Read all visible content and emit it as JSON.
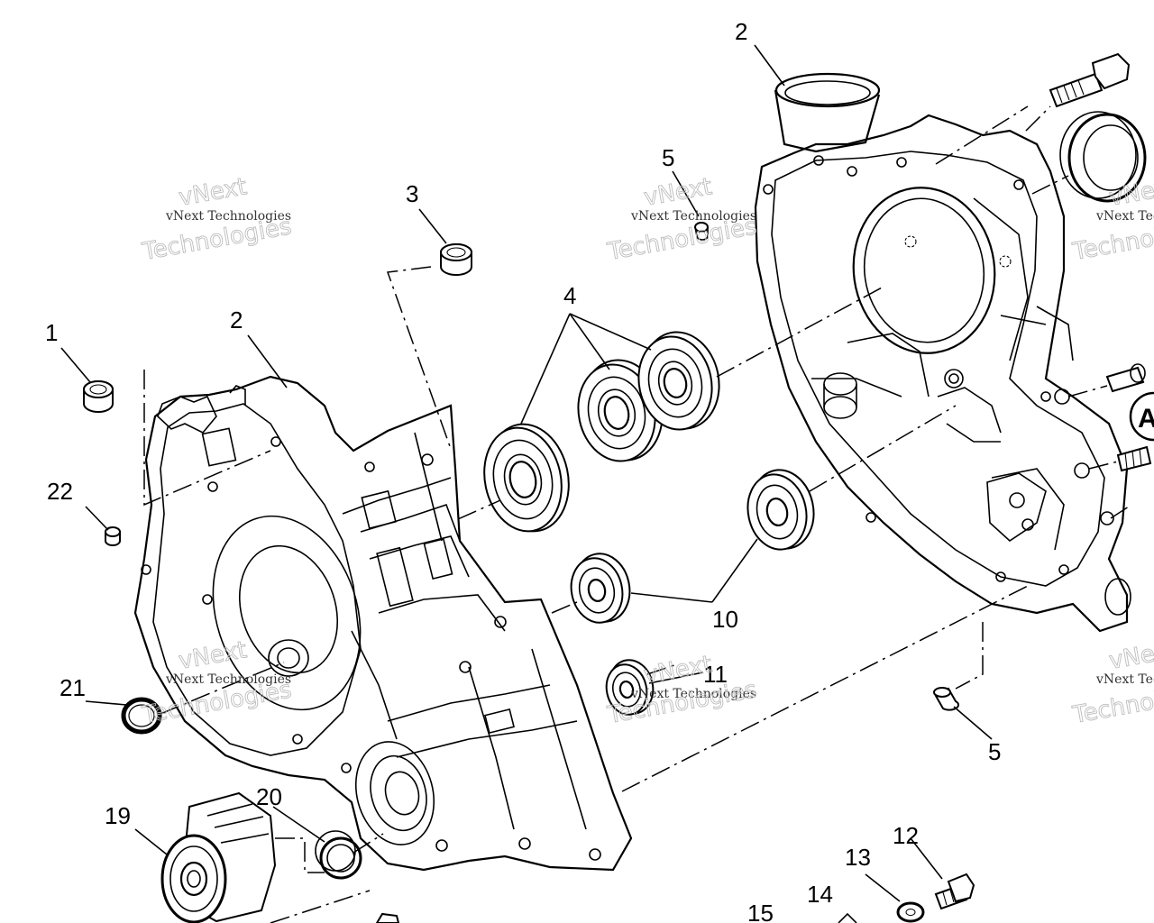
{
  "callouts": {
    "c1": "1",
    "c2a": "2",
    "c2b": "2",
    "c3": "3",
    "c4": "4",
    "c5a": "5",
    "c5b": "5",
    "c10": "10",
    "c11": "11",
    "c12": "12",
    "c13": "13",
    "c14": "14",
    "c15": "15",
    "c19": "19",
    "c20": "20",
    "c21": "21",
    "c22": "22",
    "cA": "A"
  },
  "watermark": {
    "line1": "vNext",
    "line2": "vNext Technologies",
    "line3": "Technologies"
  }
}
